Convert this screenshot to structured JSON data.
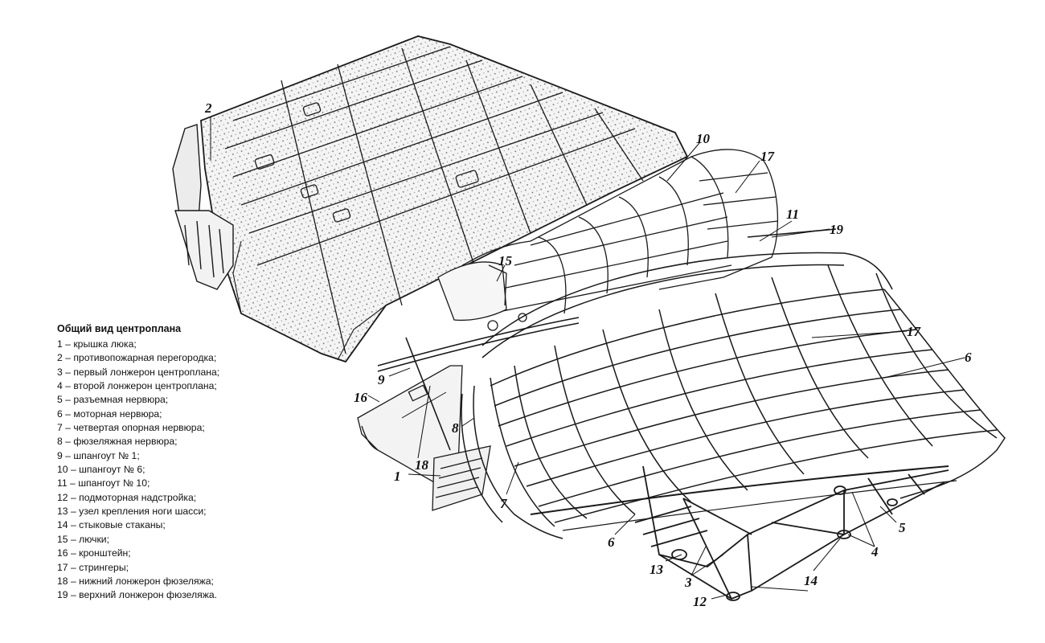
{
  "legend": {
    "title": "Общий вид центроплана",
    "items": [
      "1 – крышка люка;",
      "2 – противопожарная перегородка;",
      "3 – первый лонжерон центроплана;",
      "4 – второй лонжерон центроплана;",
      "5 – разъемная нервюра;",
      "6 – моторная нервюра;",
      "7 – четвертая опорная нервюра;",
      "8 – фюзеляжная нервюра;",
      "9 – шпангоут № 1;",
      "10 – шпангоут № 6;",
      "11 – шпангоут № 10;",
      "12 – подмоторная надстройка;",
      "13 – узел крепления ноги шасси;",
      "14 – стыковые стаканы;",
      "15 – лючки;",
      "16 – кронштейн;",
      "17 – стрингеры;",
      "18 – нижний лонжерон фюзеляжа;",
      "19 – верхний лонжерон фюзеляжа."
    ]
  },
  "callouts": {
    "c1": "1",
    "c2": "2",
    "c3": "3",
    "c4": "4",
    "c5": "5",
    "c6a": "6",
    "c6b": "6",
    "c7": "7",
    "c8": "8",
    "c9": "9",
    "c10": "10",
    "c11": "11",
    "c12": "12",
    "c13": "13",
    "c14": "14",
    "c15": "15",
    "c16": "16",
    "c17a": "17",
    "c17b": "17",
    "c18": "18",
    "c19": "19"
  }
}
